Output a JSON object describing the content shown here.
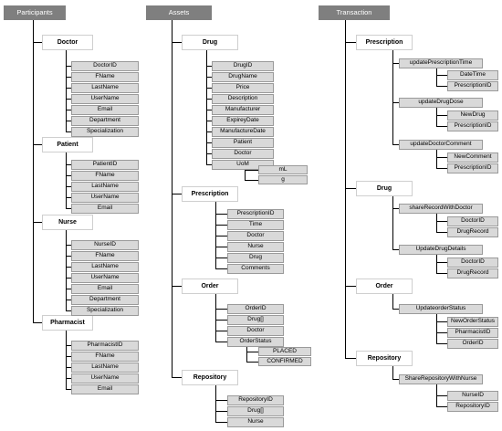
{
  "columns": {
    "participants": {
      "title": "Participants",
      "doctor": {
        "name": "Doctor",
        "fields": [
          "DoctorID",
          "FName",
          "LastName",
          "UserName",
          "Email",
          "Department",
          "Specialization"
        ]
      },
      "patient": {
        "name": "Patient",
        "fields": [
          "PatientID",
          "FName",
          "LastName",
          "UserName",
          "Email"
        ]
      },
      "nurse": {
        "name": "Nurse",
        "fields": [
          "NurseID",
          "FName",
          "LastName",
          "UserName",
          "Email",
          "Department",
          "Specialization"
        ]
      },
      "pharmacist": {
        "name": "Pharmacist",
        "fields": [
          "PharmacistID",
          "FName",
          "LastName",
          "UserName",
          "Email"
        ]
      }
    },
    "assets": {
      "title": "Assets",
      "drug": {
        "name": "Drug",
        "fields": [
          "DrugID",
          "DrugName",
          "Price",
          "Description",
          "Manufacturer",
          "ExpireyDate",
          "ManufactureDate",
          "Patient",
          "Doctor",
          "UoM"
        ],
        "uom_values": [
          "mL",
          "g"
        ]
      },
      "prescription": {
        "name": "Prescription",
        "fields": [
          "PrescriptionID",
          "Time",
          "Doctor",
          "Nurse",
          "Drug",
          "Comments"
        ]
      },
      "order": {
        "name": "Order",
        "fields": [
          "OrderID",
          "Drug[]",
          "Doctor",
          "OrderStatus"
        ],
        "status_values": [
          "PLACED",
          "CONFIRMED"
        ]
      },
      "repository": {
        "name": "Repository",
        "fields": [
          "RepositoryID",
          "Drug[]",
          "Nurse"
        ]
      }
    },
    "transaction": {
      "title": "Transaction",
      "prescription": {
        "name": "Prescription",
        "functions": [
          {
            "name": "updatePrescriptionTime",
            "params": [
              "DateTime",
              "PrescriptionID"
            ]
          },
          {
            "name": "updateDrugDose",
            "params": [
              "NewDrug",
              "PrescriptionID"
            ]
          },
          {
            "name": "updateDoctorComment",
            "params": [
              "NewComment",
              "PrescriptionID"
            ]
          }
        ]
      },
      "drug": {
        "name": "Drug",
        "functions": [
          {
            "name": "shareRecordWithDoctor",
            "params": [
              "DoctorID",
              "DrugRecord"
            ]
          },
          {
            "name": "UpdateDrugDetails",
            "params": [
              "DoctorID",
              "DrugRecord"
            ]
          }
        ]
      },
      "order": {
        "name": "Order",
        "functions": [
          {
            "name": "UpdateorderStatus",
            "params": [
              "NewOrderStatus",
              "PharmacistID",
              "OrderID"
            ]
          }
        ]
      },
      "repository": {
        "name": "Repository",
        "functions": [
          {
            "name": "ShareRepositoryWithNurse",
            "params": [
              "NurseID",
              "RepositoryID"
            ]
          }
        ]
      }
    }
  }
}
